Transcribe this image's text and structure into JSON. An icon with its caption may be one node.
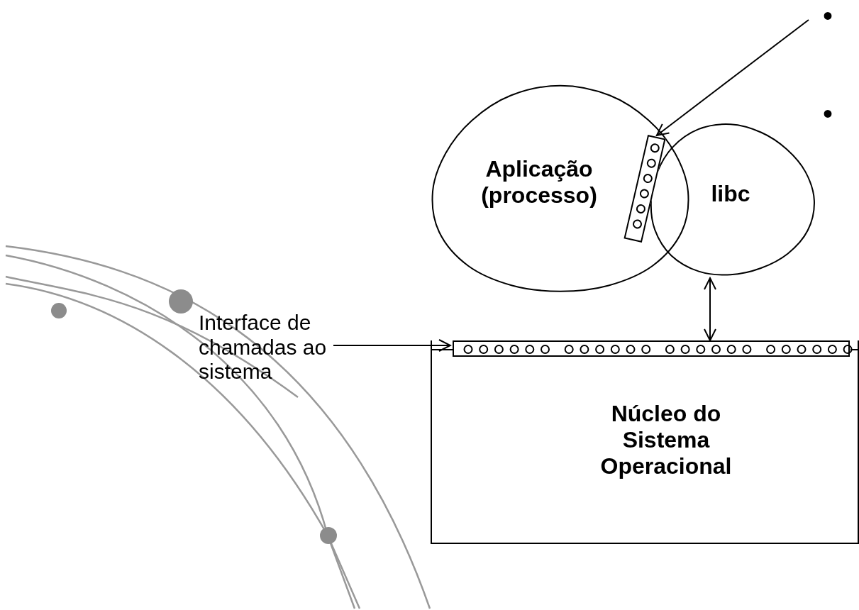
{
  "diagram": {
    "nodes": [
      {
        "text": [
          "Aplicação (processo)"
        ]
      },
      {
        "text": [
          "libc"
        ]
      },
      {
        "text": [],
        "shape": "bar",
        "in": 0
      },
      {
        "text": [
          "Núcleo do Sistema Operacional"
        ]
      },
      {
        "text": [],
        "shape": "bar",
        "in": 3
      },
      {
        "text": [
          "Interface de chamadas ao sistema"
        ]
      }
    ],
    "edges": [
      {
        "from": null,
        "to": 2,
        "arrow": "to"
      },
      {
        "from": 1,
        "to": 4,
        "arrow": "both"
      },
      {
        "from": 5,
        "to": 4,
        "arrow": "to"
      }
    ],
    "labels": [
      "•",
      "•"
    ]
  }
}
